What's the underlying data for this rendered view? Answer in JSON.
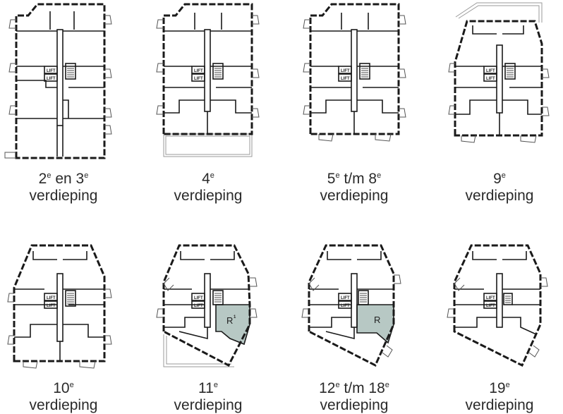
{
  "plans": [
    {
      "id": "p1",
      "caption": {
        "l1a": "2",
        "l1s": "e",
        "l1b": " en 3",
        "l1s2": "e",
        "l2": "verdieping"
      }
    },
    {
      "id": "p2",
      "caption": {
        "l1a": "4",
        "l1s": "e",
        "l1b": "",
        "l1s2": "",
        "l2": "verdieping"
      }
    },
    {
      "id": "p3",
      "caption": {
        "l1a": "5",
        "l1s": "e",
        "l1b": " t/m 8",
        "l1s2": "e",
        "l2": "verdieping"
      }
    },
    {
      "id": "p4",
      "caption": {
        "l1a": "9",
        "l1s": "e",
        "l1b": "",
        "l1s2": "",
        "l2": "verdieping"
      }
    },
    {
      "id": "p5",
      "caption": {
        "l1a": "10",
        "l1s": "e",
        "l1b": "",
        "l1s2": "",
        "l2": "verdieping"
      }
    },
    {
      "id": "p6",
      "caption": {
        "l1a": "11",
        "l1s": "e",
        "l1b": "",
        "l1s2": "",
        "l2": "verdieping"
      }
    },
    {
      "id": "p7",
      "caption": {
        "l1a": "12",
        "l1s": "e",
        "l1b": " t/m 18",
        "l1s2": "e",
        "l2": "verdieping"
      }
    },
    {
      "id": "p8",
      "caption": {
        "l1a": "19",
        "l1s": "e",
        "l1b": "",
        "l1s2": "",
        "l2": "verdieping"
      }
    }
  ],
  "labels": {
    "lift": "LIFT",
    "r11": "R",
    "r11_sup": "1",
    "r12": "R"
  },
  "colors": {
    "wall": "#1a1a1a",
    "highlight": "#b7c8c4",
    "terrace": "#9a9a9a"
  }
}
